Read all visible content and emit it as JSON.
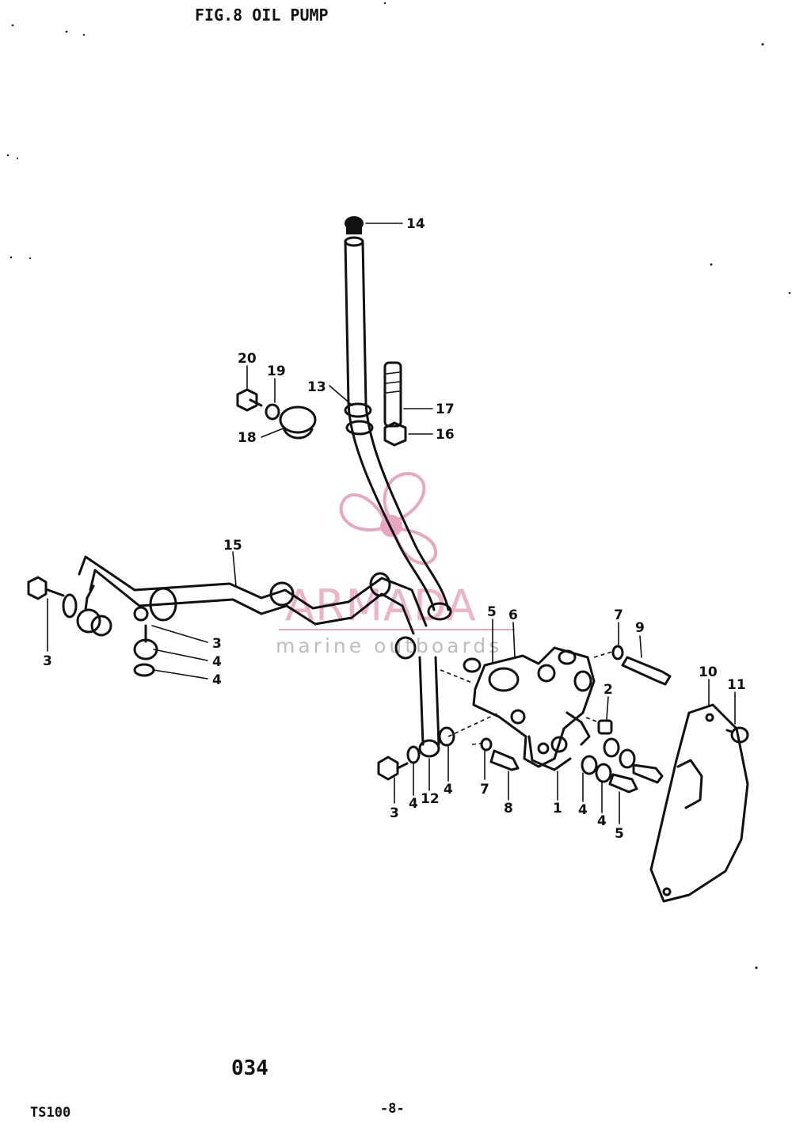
{
  "figure": {
    "title": "FIG.8  OIL PUMP",
    "code": "034",
    "model": "TS100",
    "page_number": "-8-"
  },
  "watermark": {
    "name": "ARMADA",
    "tagline": "marine outboards",
    "color": "#e9a6c0"
  },
  "callouts": [
    {
      "id": "c14",
      "text": "14"
    },
    {
      "id": "c20",
      "text": "20"
    },
    {
      "id": "c19",
      "text": "19"
    },
    {
      "id": "c13",
      "text": "13"
    },
    {
      "id": "c17",
      "text": "17"
    },
    {
      "id": "c16",
      "text": "16"
    },
    {
      "id": "c18",
      "text": "18"
    },
    {
      "id": "c15",
      "text": "15"
    },
    {
      "id": "c3a",
      "text": "3"
    },
    {
      "id": "c3b",
      "text": "3"
    },
    {
      "id": "c4a",
      "text": "4"
    },
    {
      "id": "c4b",
      "text": "4"
    },
    {
      "id": "c5a",
      "text": "5"
    },
    {
      "id": "c6",
      "text": "6"
    },
    {
      "id": "c7a",
      "text": "7"
    },
    {
      "id": "c9",
      "text": "9"
    },
    {
      "id": "c10",
      "text": "10"
    },
    {
      "id": "c11",
      "text": "11"
    },
    {
      "id": "c2",
      "text": "2"
    },
    {
      "id": "c3c",
      "text": "3"
    },
    {
      "id": "c4c",
      "text": "4"
    },
    {
      "id": "c12",
      "text": "12"
    },
    {
      "id": "c4d",
      "text": "4"
    },
    {
      "id": "c7b",
      "text": "7"
    },
    {
      "id": "c8",
      "text": "8"
    },
    {
      "id": "c1",
      "text": "1"
    },
    {
      "id": "c4e",
      "text": "4"
    },
    {
      "id": "c4f",
      "text": "4"
    },
    {
      "id": "c5b",
      "text": "5"
    }
  ]
}
